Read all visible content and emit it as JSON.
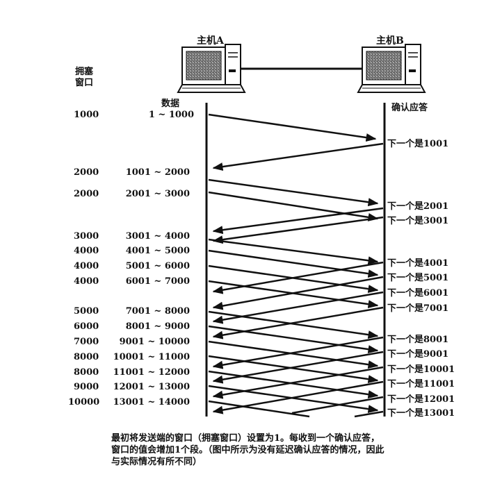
{
  "hosts": {
    "a": "主机A",
    "b": "主机B"
  },
  "headers": {
    "cwnd": [
      "拥塞",
      "窗口"
    ],
    "data": "数据",
    "ack": "确认应答"
  },
  "rows": [
    {
      "cwnd": "1000",
      "data": "1 ~ 1000"
    },
    {
      "cwnd": "2000",
      "data": "1001 ~ 2000"
    },
    {
      "cwnd": "2000",
      "data": "2001 ~ 3000"
    },
    {
      "cwnd": "3000",
      "data": "3001 ~ 4000"
    },
    {
      "cwnd": "4000",
      "data": "4001 ~ 5000"
    },
    {
      "cwnd": "4000",
      "data": "5001 ~ 6000"
    },
    {
      "cwnd": "4000",
      "data": "6001 ~ 7000"
    },
    {
      "cwnd": "5000",
      "data": "7001 ~ 8000"
    },
    {
      "cwnd": "6000",
      "data": "8001 ~ 9000"
    },
    {
      "cwnd": "7000",
      "data": "9001 ~ 10000"
    },
    {
      "cwnd": "8000",
      "data": "10001 ~ 11000"
    },
    {
      "cwnd": "8000",
      "data": "11001 ~ 12000"
    },
    {
      "cwnd": "9000",
      "data": "12001 ~ 13000"
    },
    {
      "cwnd": "10000",
      "data": "13001 ~ 14000"
    }
  ],
  "acks": [
    "下一个是1001",
    "下一个是2001",
    "下一个是3001",
    "下一个是4001",
    "下一个是5001",
    "下一个是6001",
    "下一个是7001",
    "下一个是8001",
    "下一个是9001",
    "下一个是10001",
    "下一个是11001",
    "下一个是12001",
    "下一个是13001"
  ],
  "caption": [
    "最初将发送端的窗口（拥塞窗口）设置为1。每收到一个确认应答，",
    "窗口的值会增加1个段。（图中所示为没有延迟确认应答的情况，因此",
    "与实际情况有所不同）"
  ]
}
